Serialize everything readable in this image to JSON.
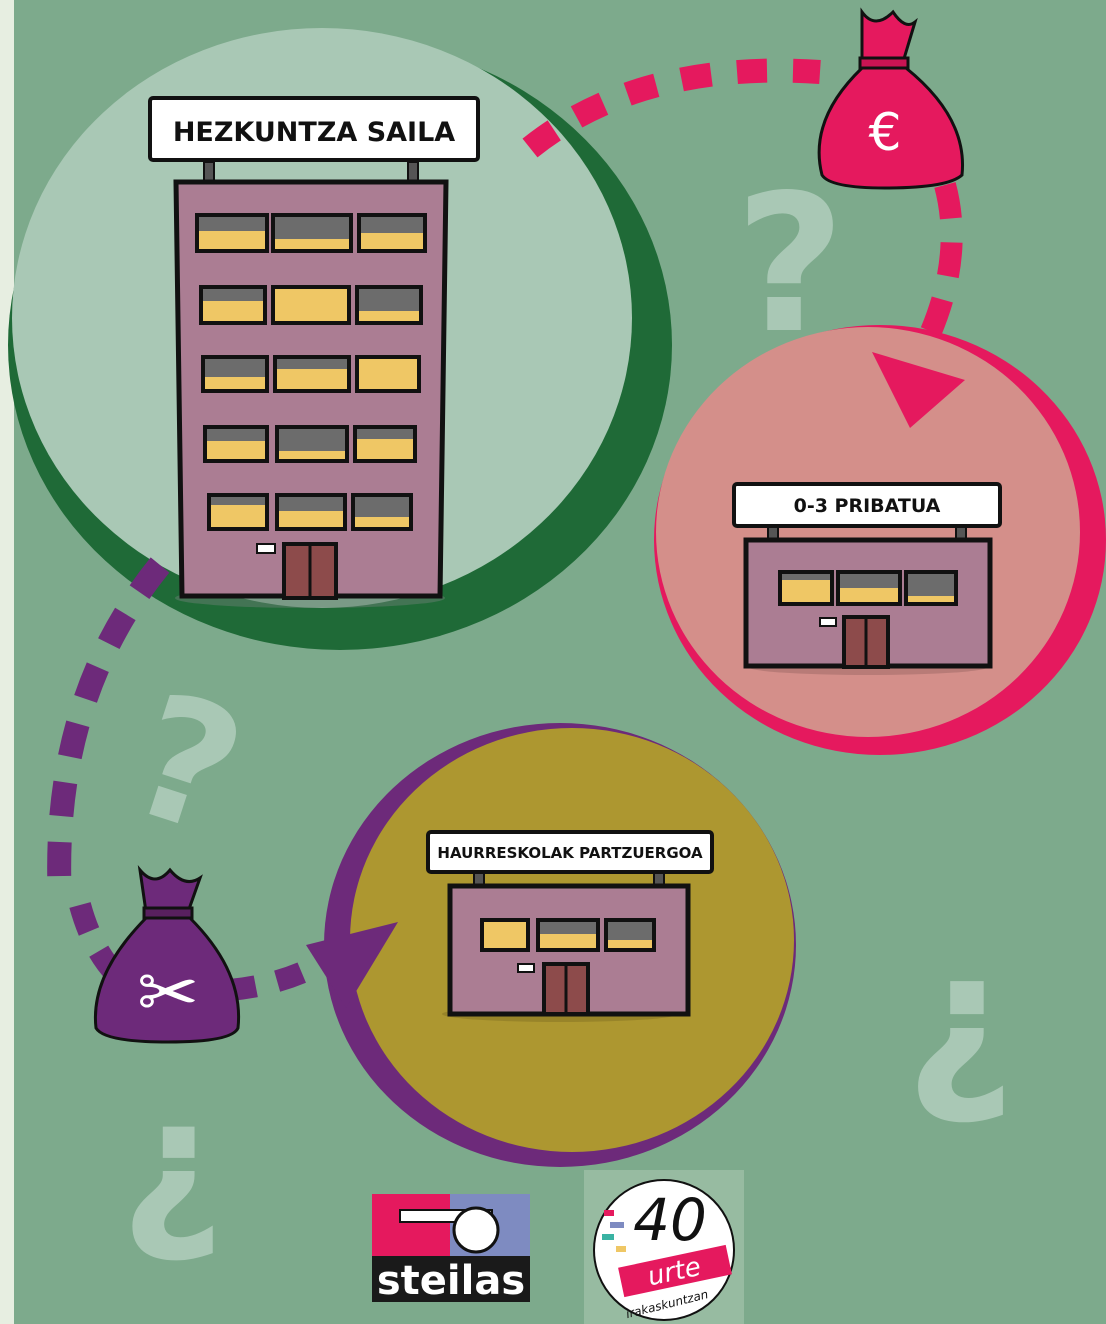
{
  "colors": {
    "background": "#7daa8c",
    "left_strip": "#e7eee1",
    "big_circle": "#a9c8b5",
    "big_circle_ring": "#1f6a37",
    "pink_circle": "#d48f8a",
    "pink_ring": "#e5195e",
    "olive_circle": "#ad9730",
    "purple_ring": "#6d2a7a",
    "building_wall": "#ab7d93",
    "window_yellow": "#efc765",
    "window_gray": "#6c6c6c",
    "door": "#8d4b4b",
    "question_marks": "#a9c8b5"
  },
  "buildings": {
    "ministry_sign": "HEZKUNTZA SAILA",
    "private_sign": "0-3 PRIBATUA",
    "consortium_sign": "HAURRESKOLAK PARTZUERGOA"
  },
  "money_bags": {
    "euro_symbol": "€",
    "scissors_symbol": "✂"
  },
  "logos": {
    "steilas_name": "steilas",
    "anniversary_number": "40",
    "anniversary_word": "urte",
    "anniversary_tagline": "irakaskuntzan"
  },
  "decorations": {
    "question_mark": "?",
    "inverted_question_mark": "¿"
  }
}
